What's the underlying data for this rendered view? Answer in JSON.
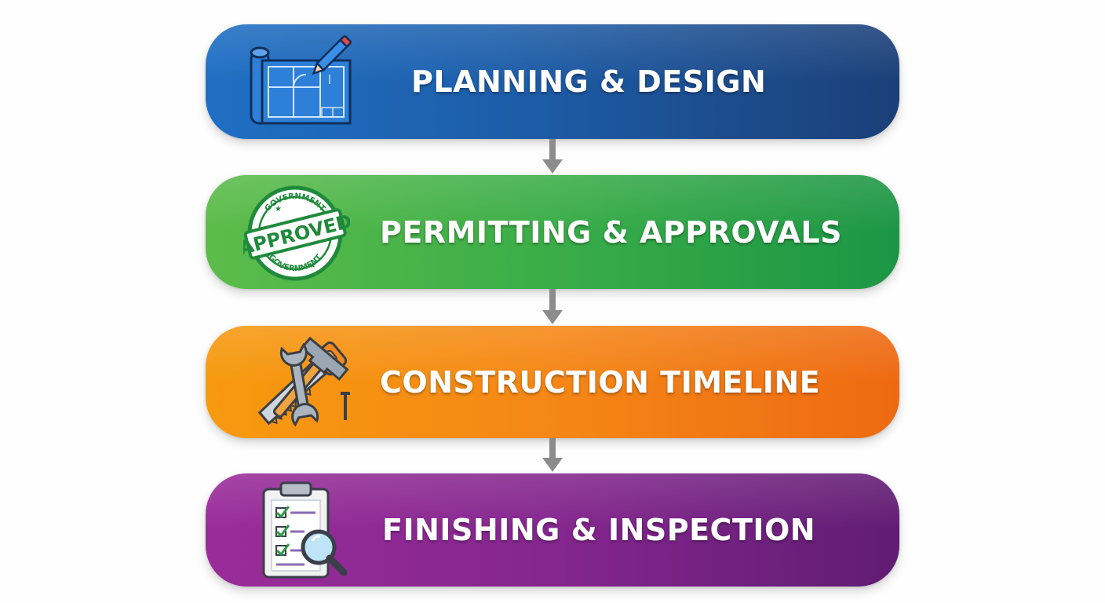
{
  "diagram": {
    "steps": [
      {
        "label": "PLANNING & DESIGN",
        "icon": "blueprint-icon",
        "color": "#1d5da8"
      },
      {
        "label": "PERMITTING & APPROVALS",
        "icon": "approved-stamp-icon",
        "color": "#3aad48",
        "stamp_text": "APPROVED",
        "stamp_ring_text": "GOVERNMENT"
      },
      {
        "label": "CONSTRUCTION TIMELINE",
        "icon": "tools-icon",
        "color": "#f58716"
      },
      {
        "label": "FINISHING & INSPECTION",
        "icon": "clipboard-inspection-icon",
        "color": "#84268e"
      }
    ],
    "connector_color": "#8c8c8c"
  }
}
